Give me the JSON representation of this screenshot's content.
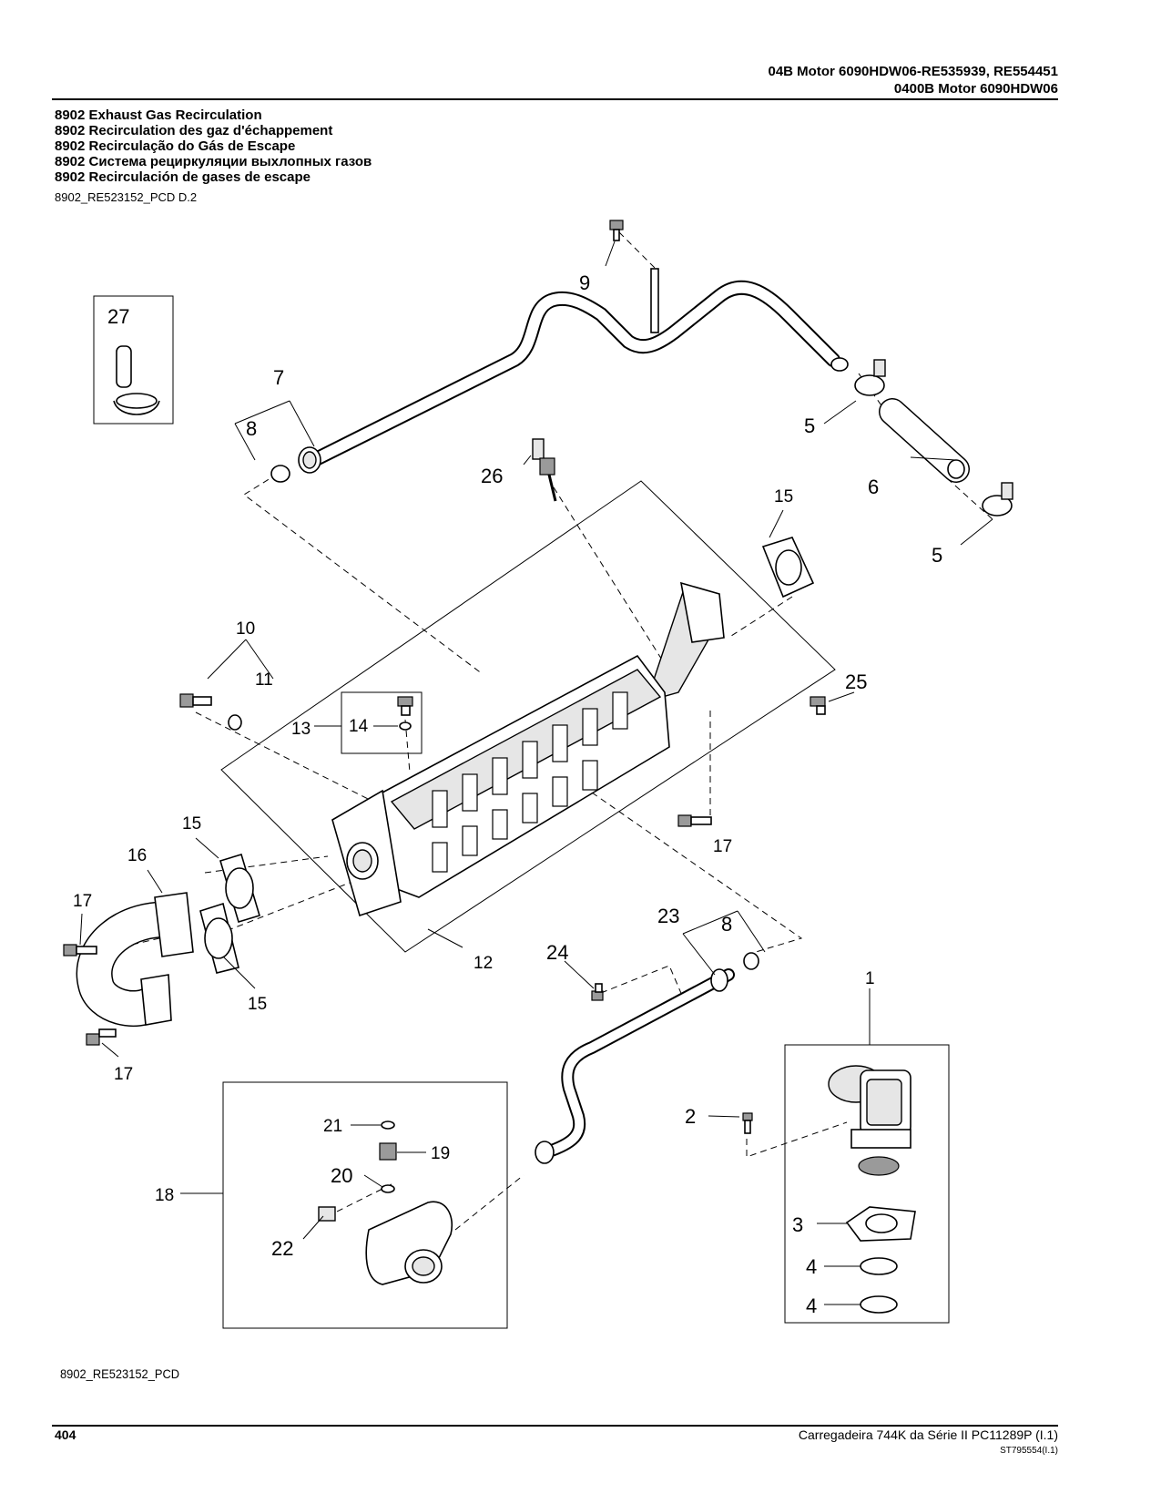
{
  "header": {
    "line1": "04B  Motor  6090HDW06-RE535939,  RE554451",
    "line2": "0400B  Motor  6090HDW06"
  },
  "titles": [
    "8902 Exhaust Gas Recirculation",
    "8902 Recirculation des gaz d'échappement",
    "8902 Recirculação do Gás de Escape",
    "8902 Система рециркуляции выхлопных газов",
    "8902 Recirculación de gases de escape"
  ],
  "figure_code_top": "8902_RE523152_PCD D.2",
  "figure_code_bottom": "8902_RE523152_PCD",
  "callouts": {
    "c1": "1",
    "c2": "2",
    "c3": "3",
    "c4a": "4",
    "c4b": "4",
    "c5a": "5",
    "c5b": "5",
    "c6": "6",
    "c7": "7",
    "c8a": "8",
    "c8b": "8",
    "c9": "9",
    "c10": "10",
    "c11": "11",
    "c12": "12",
    "c13": "13",
    "c14": "14",
    "c15a": "15",
    "c15b": "15",
    "c15c": "15",
    "c16": "16",
    "c17a": "17",
    "c17b": "17",
    "c17c": "17",
    "c18": "18",
    "c19": "19",
    "c20": "20",
    "c21": "21",
    "c22": "22",
    "c23": "23",
    "c24": "24",
    "c25": "25",
    "c26": "26",
    "c27": "27"
  },
  "footer": {
    "page_number": "404",
    "book": "Carregadeira 744K da Série II   PC11289P    (I.1)",
    "doc_id": "ST795554(I.1)"
  }
}
